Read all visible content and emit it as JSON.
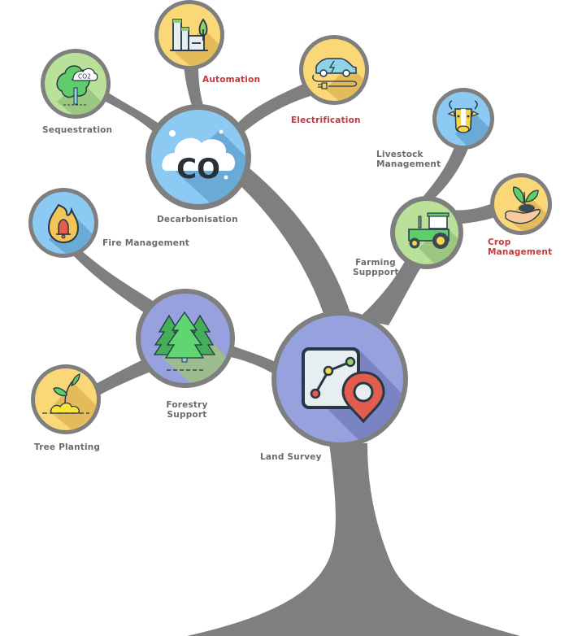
{
  "diagram": {
    "type": "tree",
    "colors": {
      "branch": "#7f7f7f",
      "label": "#6b6b6b",
      "highlight_label": "#c0393b",
      "blue": "#8ccaf3",
      "yellow": "#fbd877",
      "green": "#b9e199",
      "purple": "#97a1dd"
    },
    "root": {
      "label": "Land Survey",
      "icon": "survey-map-pin-icon",
      "color": "purple",
      "children": [
        {
          "label": "Decarbonisation",
          "icon": "co-cloud-icon",
          "color": "blue",
          "children": [
            {
              "label": "Sequestration",
              "icon": "tree-co2-icon",
              "color": "green",
              "highlight": false
            },
            {
              "label": "Automation",
              "icon": "factory-leaf-icon",
              "color": "yellow",
              "highlight": true
            },
            {
              "label": "Electrification",
              "icon": "electric-car-icon",
              "color": "yellow",
              "highlight": true
            }
          ]
        },
        {
          "label": "Farming\nSuppport",
          "icon": "tractor-icon",
          "color": "green",
          "children": [
            {
              "label": "Livestock\nManagement",
              "icon": "cow-icon",
              "color": "blue",
              "highlight": false
            },
            {
              "label": "Crop\nManagement",
              "icon": "hand-seedling-icon",
              "color": "yellow",
              "highlight": true
            }
          ]
        },
        {
          "label": "Forestry\nSupport",
          "icon": "pine-forest-icon",
          "color": "purple",
          "children": [
            {
              "label": "Fire Management",
              "icon": "fire-bell-icon",
              "color": "blue",
              "highlight": false
            },
            {
              "label": "Tree Planting",
              "icon": "sprout-icon",
              "color": "yellow",
              "highlight": false
            }
          ]
        }
      ]
    }
  },
  "icon_text": {
    "co2": "CO2",
    "co": "CO"
  }
}
